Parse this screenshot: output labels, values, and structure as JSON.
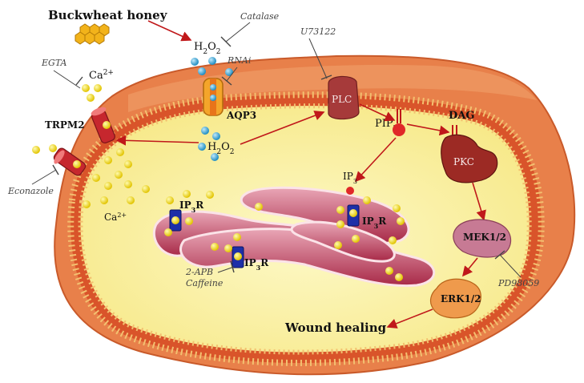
{
  "labels": {
    "buckwheat_honey": "Buckwheat honey",
    "catalase": "Catalase",
    "h2o2_top_main": "H",
    "h2o2_top_sub1": "2",
    "h2o2_top_mid": "O",
    "h2o2_top_sub2": "2",
    "rnai": "RNAi",
    "u73122": "U73122",
    "egta": "EGTA",
    "ca_top_main": "Ca",
    "ca_top_sup": "2+",
    "aqp3": "AQP3",
    "plc": "PLC",
    "trpm2": "TRPM2",
    "dag": "DAG",
    "pip2_main": "PIP",
    "pip2_sub": "2",
    "h2o2_in_main": "H",
    "h2o2_in_sub1": "2",
    "h2o2_in_mid": "O",
    "h2o2_in_sub2": "2",
    "pkc": "PKC",
    "econazole": "Econazole",
    "ip3_main": "IP",
    "ip3_sub": "3",
    "ip3r_1_main": "IP",
    "ip3r_1_sub": "3",
    "ip3r_1_end": "R",
    "ip3r_2_main": "IP",
    "ip3r_2_sub": "3",
    "ip3r_2_end": "R",
    "ip3r_3_main": "IP",
    "ip3r_3_sub": "3",
    "ip3r_3_end": "R",
    "ca_in_main": "Ca",
    "ca_in_sup": "2+",
    "mek": "MEK1/2",
    "apb": "2-APB",
    "caffeine": "Caffeine",
    "pd98059": "PD98059",
    "erk": "ERK1/2",
    "wound_healing": "Wound healing"
  },
  "colors": {
    "outer_cell": "#e8804a",
    "membrane": "#d9542a",
    "cytoplasm": "#fbf3a8",
    "er": "#b03050",
    "ca_ion": "#f2dd1a",
    "h2o2": "#3aaad6",
    "arrow": "#c0181a",
    "receptor": "#1d2fa8",
    "plc": "#a63a3a",
    "pkc": "#9c2a24",
    "mek": "#c77a94",
    "erk": "#ef9a4c",
    "honey": "#f2b31a"
  }
}
